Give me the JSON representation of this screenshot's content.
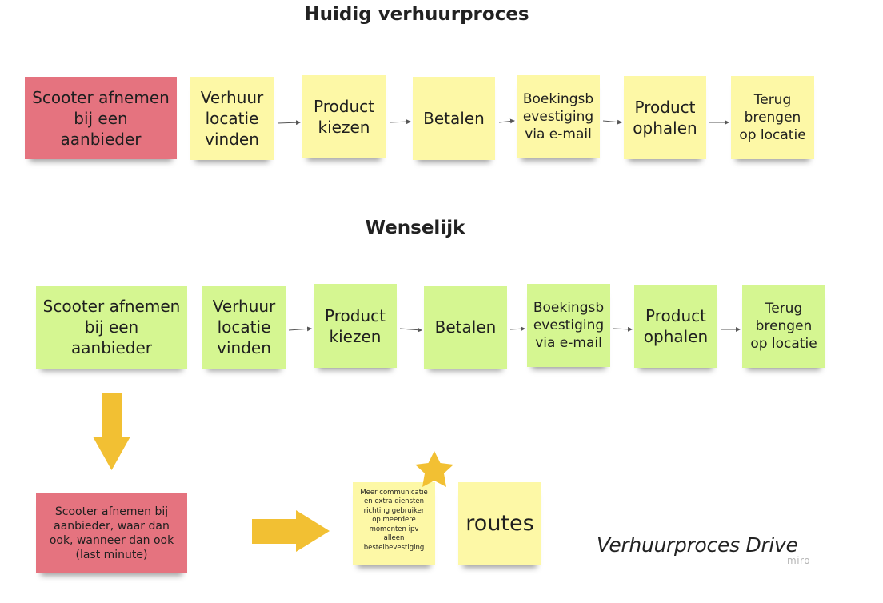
{
  "headings": {
    "current": "Huidig verhuurproces",
    "desired": "Wenselijk"
  },
  "current_flow": [
    "Scooter afnemen\nbij een\naanbieder",
    "Verhuur\nlocatie\nvinden",
    "Product\nkiezen",
    "Betalen",
    "Boekingsb\nevestiging\nvia e-mail",
    "Product\nophalen",
    "Terug\nbrengen\nop locatie"
  ],
  "desired_flow": [
    "Scooter afnemen\nbij een\naanbieder",
    "Verhuur\nlocatie\nvinden",
    "Product\nkiezen",
    "Betalen",
    "Boekingsb\nevestiging\nvia e-mail",
    "Product\nophalen",
    "Terug\nbrengen\nop locatie"
  ],
  "bottom": {
    "scooter_note": "Scooter afnemen bij\naanbieder, waar dan\nook, wanneer dan ook\n(last minute)",
    "communication_note": "Meer communicatie\nen extra diensten\nrichting gebruiker\nop meerdere\nmomenten ipv\nalleen\nbestelbevestiging",
    "routes_note": "routes"
  },
  "caption": "Verhuurproces Drive",
  "watermark": "miro",
  "colors": {
    "sticky_yellow": "#fdf8a6",
    "sticky_green": "#d5f691",
    "sticky_red": "#e5737f",
    "accent_arrow": "#f2c033",
    "star": "#f2c033",
    "connector": "#555555"
  },
  "icons": [
    "down-arrow-icon",
    "right-arrow-icon",
    "star-icon"
  ]
}
